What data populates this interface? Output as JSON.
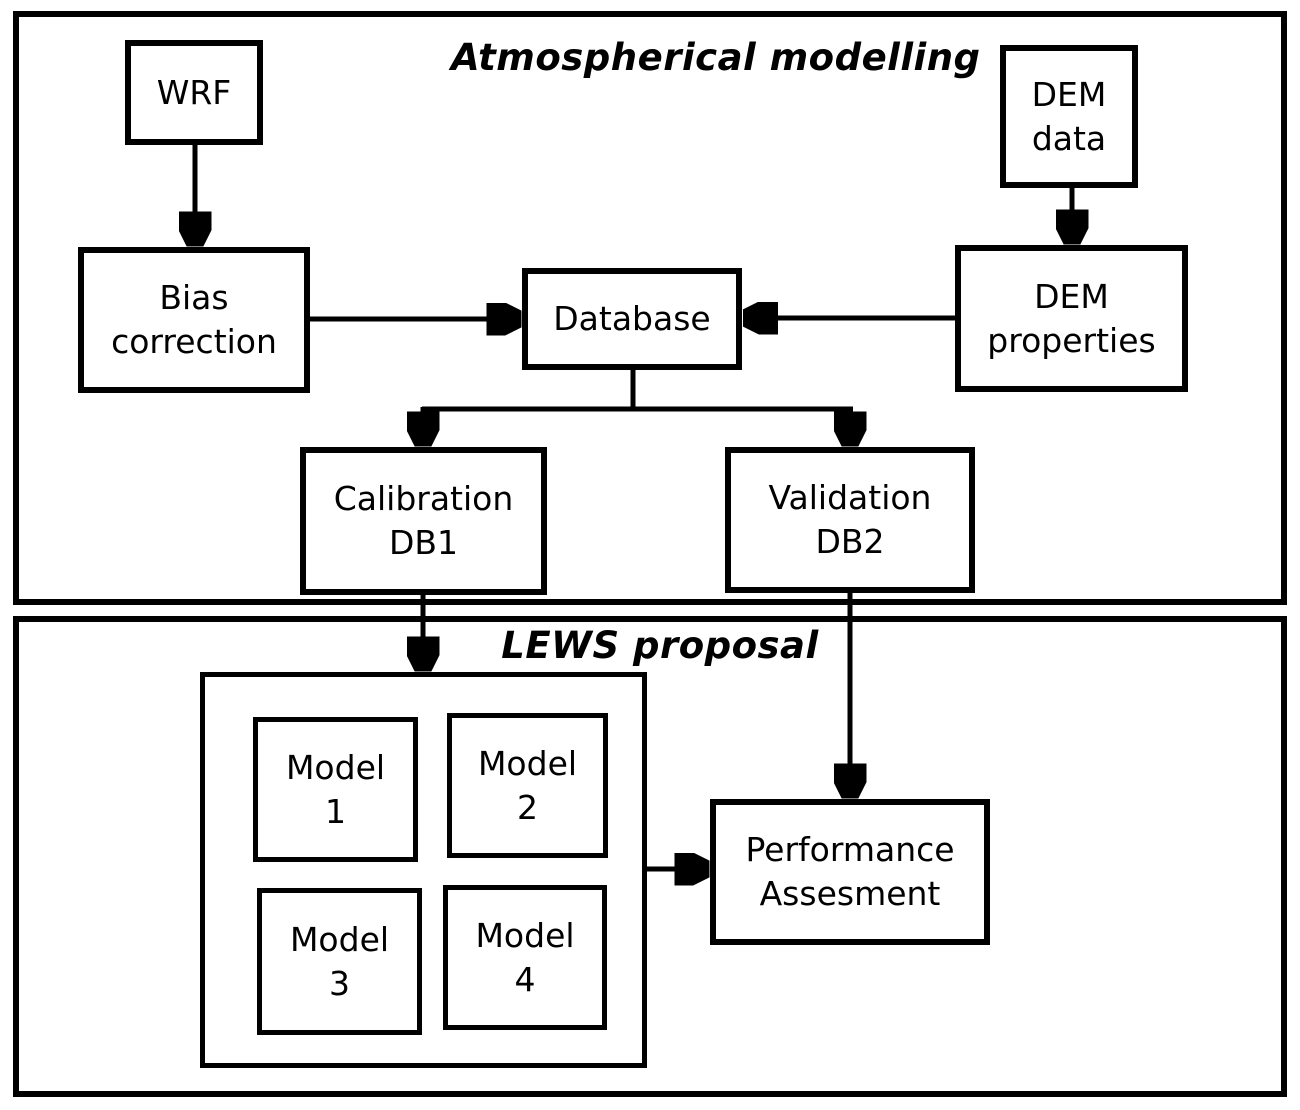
{
  "diagram": {
    "background_color": "#ffffff",
    "line_color": "#000000",
    "sections": [
      {
        "id": "atmospherical_modelling",
        "title": "Atmospherical modelling"
      },
      {
        "id": "lews_proposal",
        "title": "LEWS proposal"
      }
    ],
    "nodes": {
      "wrf": {
        "label": "WRF"
      },
      "dem_data": {
        "label": "DEM\ndata"
      },
      "bias_correction": {
        "label": "Bias\ncorrection"
      },
      "dem_properties": {
        "label": "DEM\nproperties"
      },
      "database": {
        "label": "Database"
      },
      "calibration_db1": {
        "label": "Calibration\nDB1"
      },
      "validation_db2": {
        "label": "Validation\nDB2"
      },
      "model_1": {
        "label": "Model\n1"
      },
      "model_2": {
        "label": "Model\n2"
      },
      "model_3": {
        "label": "Model\n3"
      },
      "model_4": {
        "label": "Model\n4"
      },
      "performance_assesment": {
        "label": "Performance\nAssesment"
      }
    },
    "edges": [
      {
        "from": "wrf",
        "to": "bias_correction"
      },
      {
        "from": "dem_data",
        "to": "dem_properties"
      },
      {
        "from": "bias_correction",
        "to": "database"
      },
      {
        "from": "dem_properties",
        "to": "database"
      },
      {
        "from": "database",
        "to": "calibration_db1"
      },
      {
        "from": "database",
        "to": "validation_db2"
      },
      {
        "from": "calibration_db1",
        "to": "models_container"
      },
      {
        "from": "validation_db2",
        "to": "performance_assesment"
      },
      {
        "from": "models_container",
        "to": "performance_assesment"
      }
    ]
  }
}
